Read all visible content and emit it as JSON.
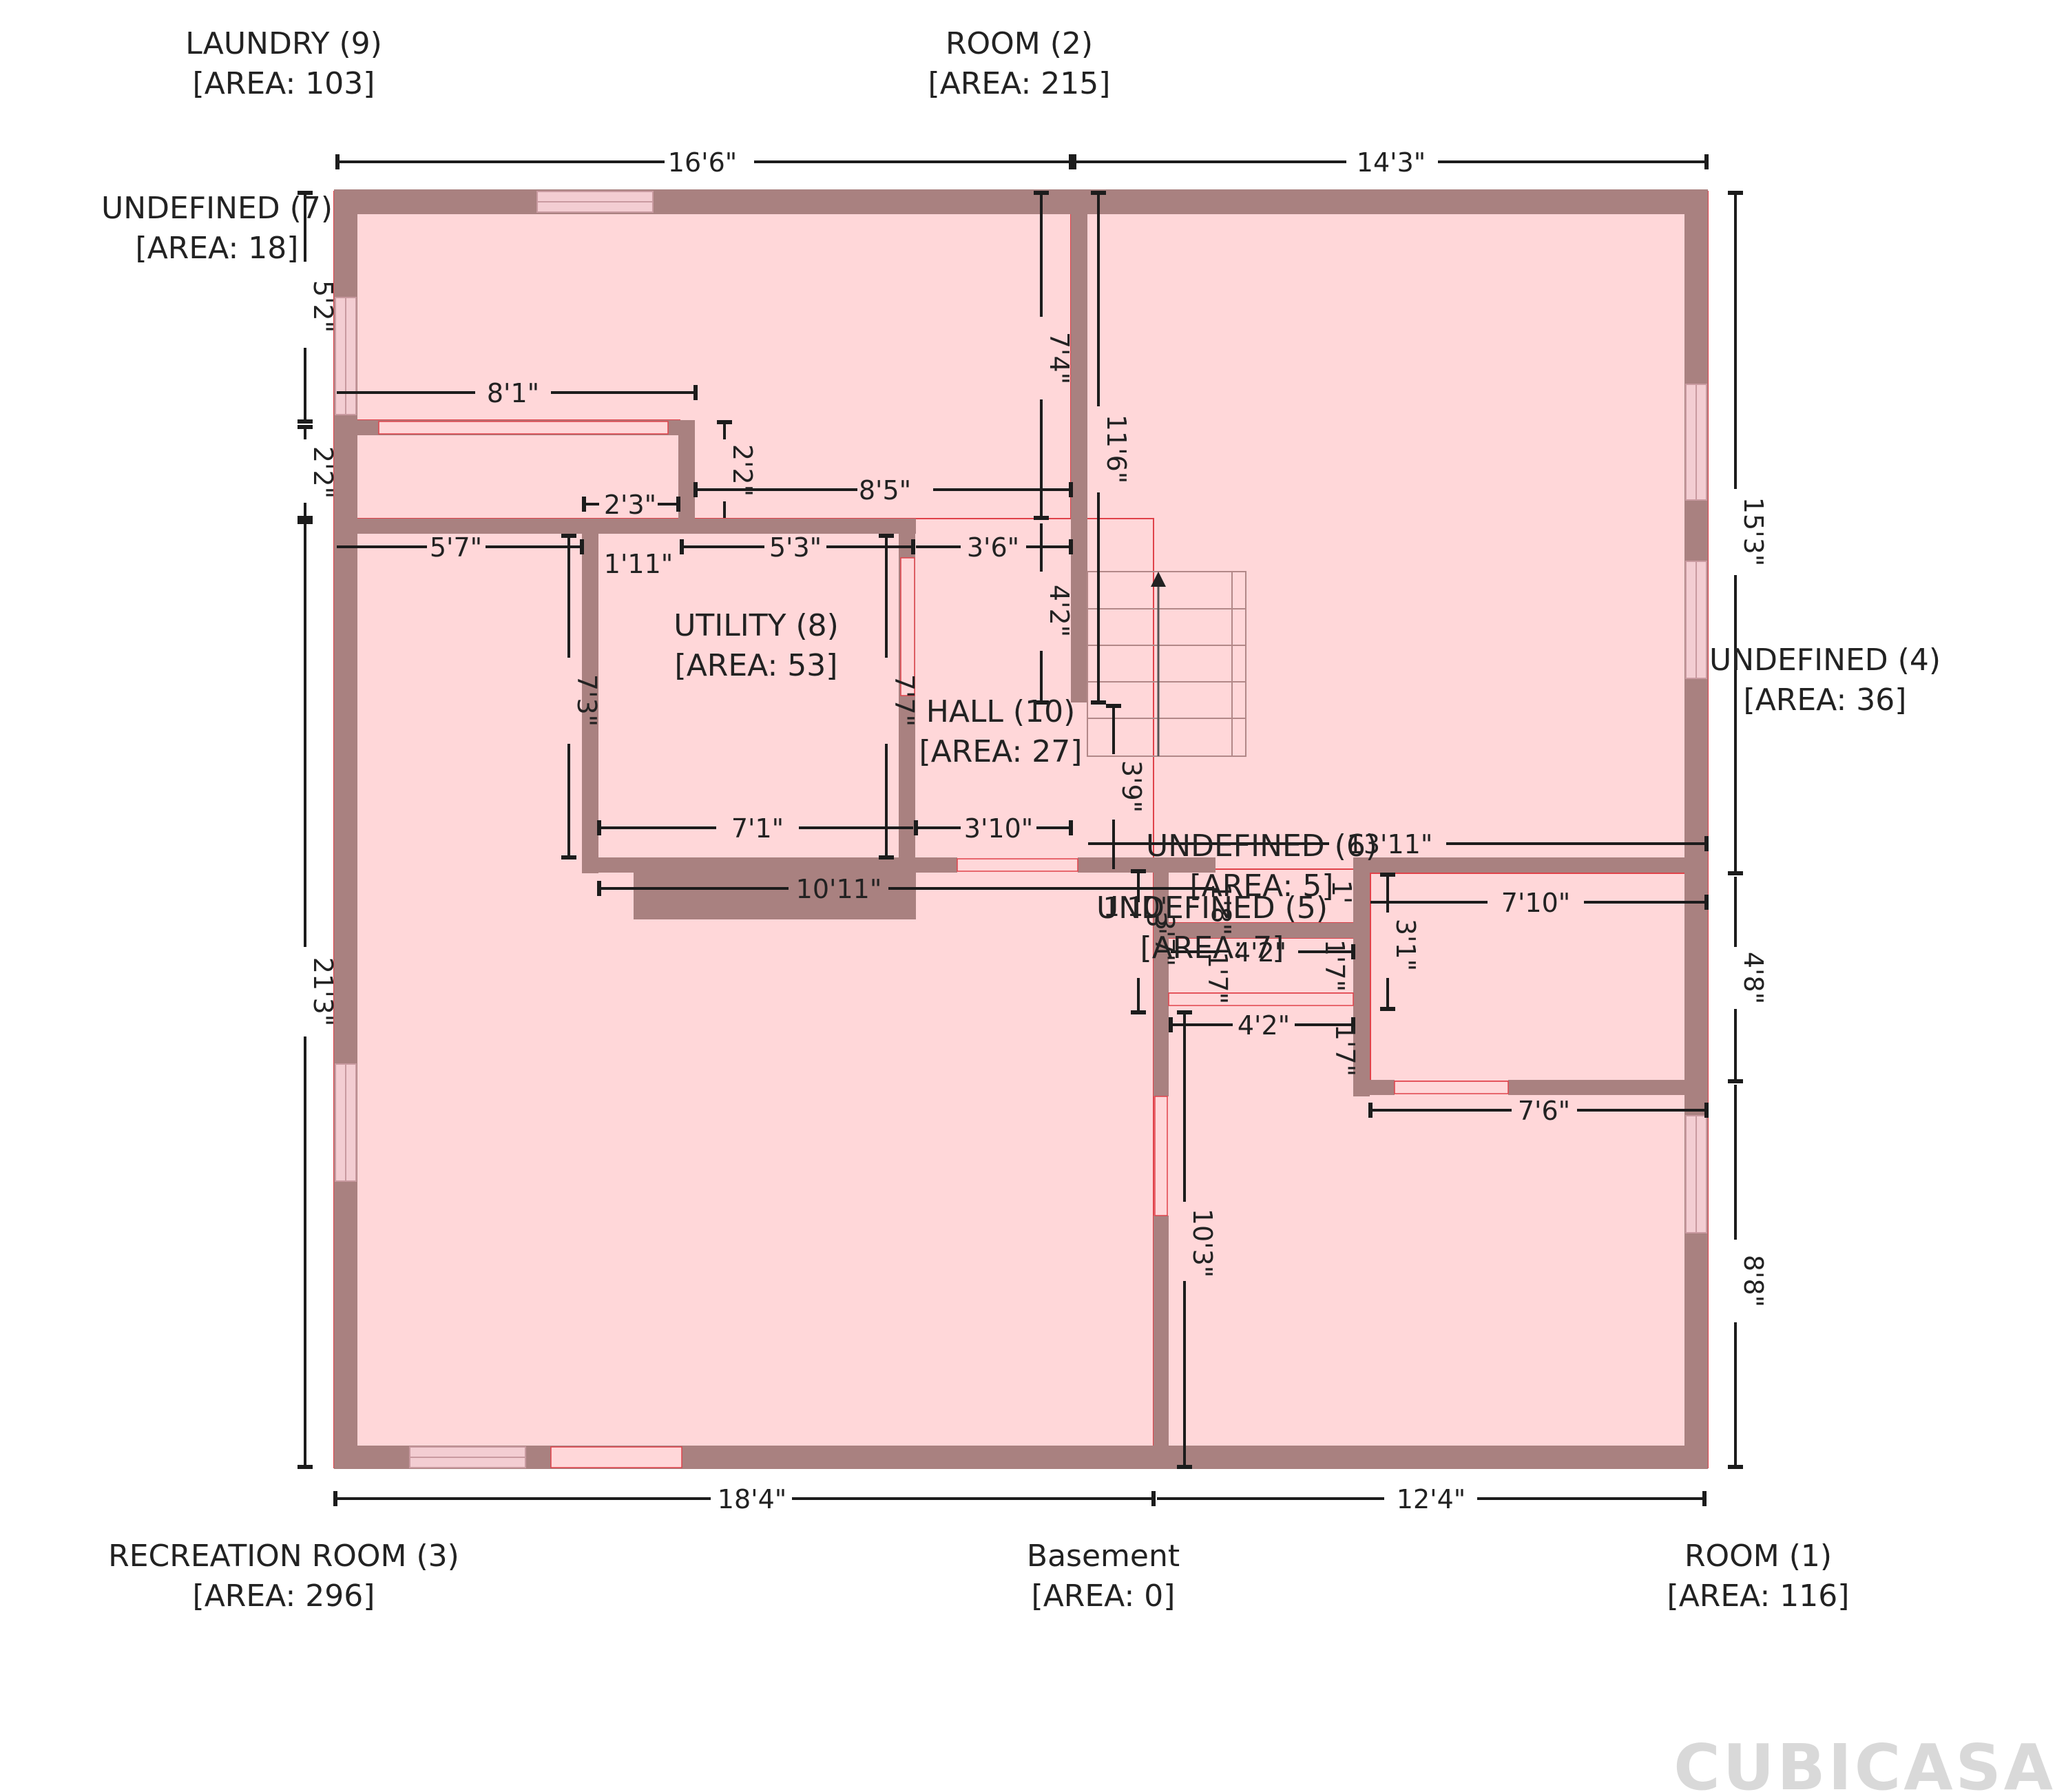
{
  "rooms": [
    {
      "id": "laundry",
      "name": "LAUNDRY (9)",
      "area": "[AREA: 103]"
    },
    {
      "id": "room2",
      "name": "ROOM (2)",
      "area": "[AREA: 215]"
    },
    {
      "id": "undef7",
      "name": "UNDEFINED (7)",
      "area": "[AREA: 18]"
    },
    {
      "id": "utility",
      "name": "UTILITY (8)",
      "area": "[AREA: 53]"
    },
    {
      "id": "hall",
      "name": "HALL (10)",
      "area": "[AREA: 27]"
    },
    {
      "id": "undef4",
      "name": "UNDEFINED (4)",
      "area": "[AREA: 36]"
    },
    {
      "id": "undef6",
      "name": "UNDEFINED (6)",
      "area": "[AREA: 5]"
    },
    {
      "id": "undef5",
      "name": "UNDEFINED (5)",
      "area": "[AREA: 7]"
    },
    {
      "id": "rec",
      "name": "RECREATION ROOM (3)",
      "area": "[AREA: 296]"
    },
    {
      "id": "basement",
      "name": "Basement",
      "area": "[AREA: 0]"
    },
    {
      "id": "room1",
      "name": "ROOM (1)",
      "area": "[AREA: 116]"
    }
  ],
  "dimensions": {
    "top_left": "16'6\"",
    "top_right": "14'3\"",
    "left_5_2": "5'2\"",
    "left_2_2": "2'2\"",
    "left_21_3": "21'3\"",
    "right_15_3": "15'3\"",
    "right_4_8": "4'8\"",
    "right_8_8": "8'8\"",
    "bottom_left": "18'4\"",
    "bottom_right": "12'4\"",
    "d_8_1": "8'1\"",
    "d_2_2_inner": "2'2\"",
    "d_7_4": "7'4\"",
    "d_11_6": "11'6\"",
    "d_2_3": "2'3\"",
    "d_8_5": "8'5\"",
    "d_5_7": "5'7\"",
    "d_1_11": "1'11\"",
    "d_5_3": "5'3\"",
    "d_3_6": "3'6\"",
    "d_4_2_v": "4'2\"",
    "d_7_3": "7'3\"",
    "d_7_7": "7'7\"",
    "d_3_9": "3'9\"",
    "d_7_1": "7'1\"",
    "d_3_10": "3'10\"",
    "d_13_11": "13'11\"",
    "d_10_11": "10'11\"",
    "d_7_10": "7'10\"",
    "d_3_1": "3'1\"",
    "d_4_2_h": "4'2\"",
    "d_1_7_v": "1'7\"",
    "d_4_2_s": "4'2\"",
    "d_1_7_b": "1'7\"",
    "d_7_6": "7'6\"",
    "d_10_3": "10'3\"",
    "d_1_10": "1'10\"",
    "d_1_8": "1'8\"",
    "d_3_7": "3'7\"",
    "d_3_small": "3'",
    "d_1_7_s": "1'7\"",
    "d_1_ft": "1'"
  },
  "logo": "CUBICASA",
  "colors": {
    "room_fill": "#ffd7d9",
    "wall": "#a98180",
    "outline": "#e0424a",
    "logo": "#d9d9d9"
  },
  "icons": {
    "stair_arrow": "arrow-up-icon"
  }
}
